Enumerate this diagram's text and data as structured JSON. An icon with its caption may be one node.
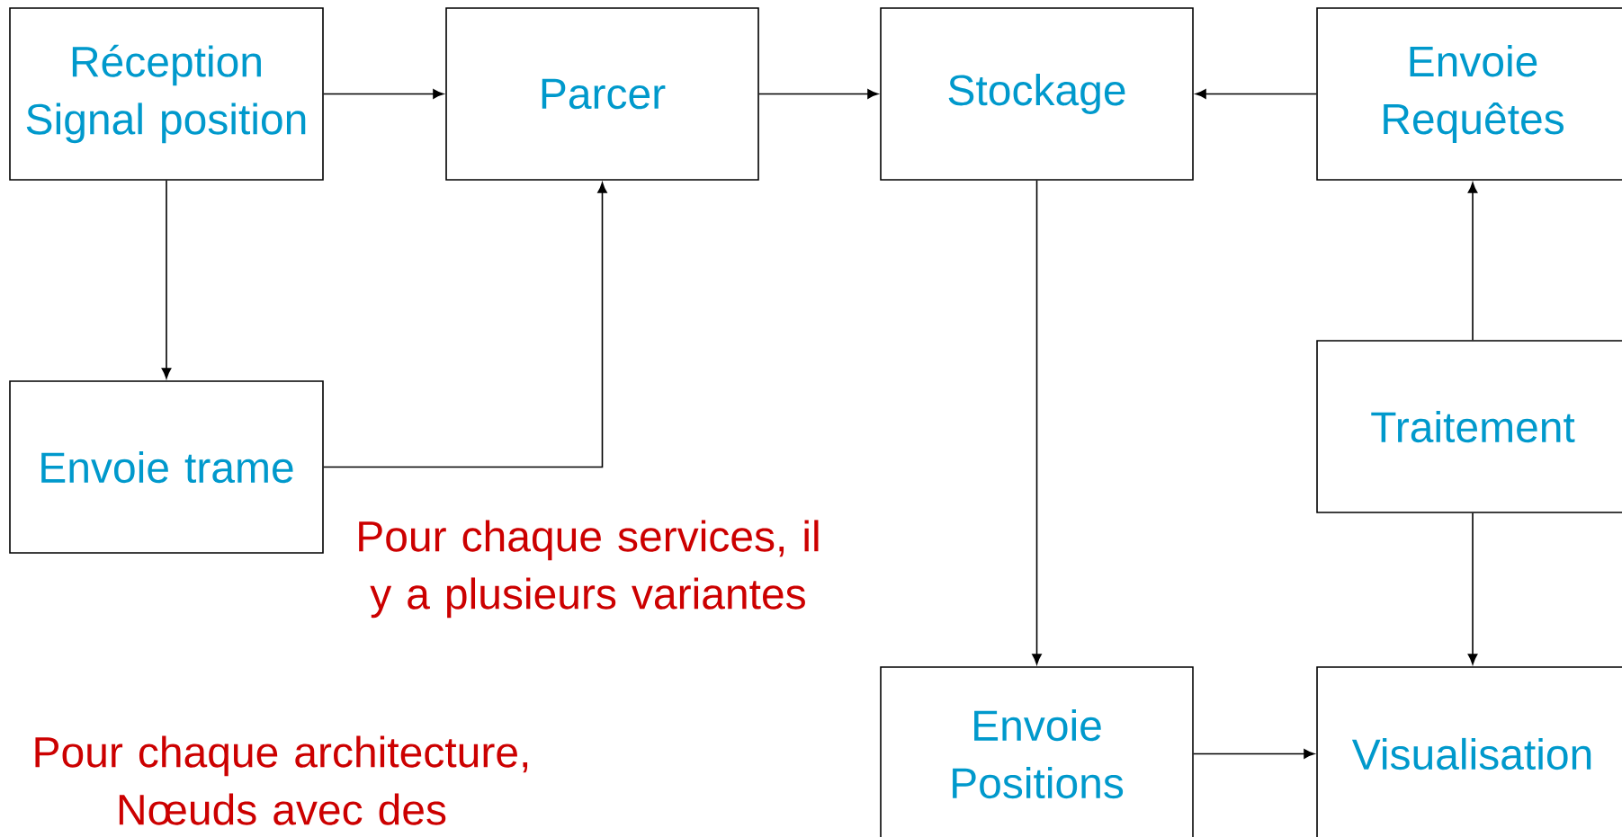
{
  "diagram": {
    "nodes": [
      {
        "text": [
          "Réception Signal position"
        ]
      },
      {
        "text": [
          "Parcer"
        ]
      },
      {
        "text": [
          "Stockage"
        ]
      },
      {
        "text": [
          "Envoie Requêtes"
        ]
      },
      {
        "text": [
          "Envoie trame"
        ]
      },
      {
        "text": [
          "Traitement"
        ]
      },
      {
        "text": [
          "Envoie Positions"
        ]
      },
      {
        "text": [
          "Visualisation"
        ]
      }
    ],
    "edges": [
      {
        "from": 0,
        "to": 1,
        "arrow": "to"
      },
      {
        "from": 1,
        "to": 2,
        "arrow": "to"
      },
      {
        "from": 3,
        "to": 2,
        "arrow": "to"
      },
      {
        "from": 0,
        "to": 4,
        "arrow": "to"
      },
      {
        "from": 4,
        "to": 1,
        "arrow": "to"
      },
      {
        "from": 2,
        "to": 6,
        "arrow": "to"
      },
      {
        "from": 5,
        "to": 3,
        "arrow": "to"
      },
      {
        "from": 5,
        "to": 7,
        "arrow": "to"
      },
      {
        "from": 6,
        "to": 7,
        "arrow": "to"
      }
    ],
    "labels": [
      "Pour chaque services, il y a plusieurs variantes",
      "Pour chaque architecture, Nœuds avec des"
    ]
  }
}
